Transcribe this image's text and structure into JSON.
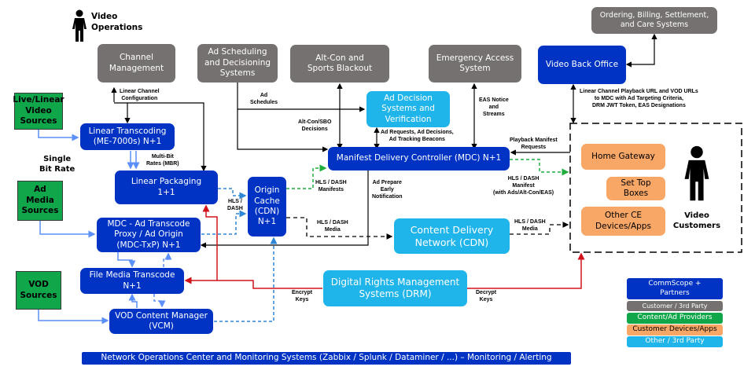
{
  "diagram": {
    "actors": {
      "video_operations": "Video\nOperations",
      "video_customers": "Video\nCustomers"
    },
    "sources": {
      "live_linear": "Live/Linear\nVideo\nSources",
      "ad_media": "Ad\nMedia\nSources",
      "vod": "VOD\nSources"
    },
    "nodes": {
      "channel_management": "Channel\nManagement",
      "ad_scheduling": "Ad Scheduling\nand Decisioning\nSystems",
      "alt_con": "Alt-Con and\nSports Blackout",
      "emergency_access": "Emergency Access\nSystem",
      "video_back_office": "Video Back Office",
      "ordering_billing": "Ordering, Billing, Settlement,\nand Care Systems",
      "ad_decision": "Ad Decision\nSystems and\nVerification",
      "linear_transcoding": "Linear Transcoding\n(ME-7000s) N+1",
      "linear_packaging": "Linear Packaging\n1+1",
      "origin_cache": "Origin\nCache\n(CDN)\nN+1",
      "mdc": "Manifest Delivery Controller (MDC) N+1",
      "mdc_txp": "MDC - Ad Transcode\nProxy / Ad Origin\n(MDC-TxP) N+1",
      "cdn": "Content Delivery\nNetwork (CDN)",
      "file_media_transcode": "File Media Transcode\nN+1",
      "vcm": "VOD Content Manager\n(VCM)",
      "drm": "Digital Rights Management\nSystems (DRM)",
      "home_gateway": "Home Gateway",
      "set_top_boxes": "Set Top\nBoxes",
      "other_ce": "Other CE\nDevices/Apps",
      "noc": "Network Operations Center and Monitoring Systems (Zabbix / Splunk / Dataminer / ...) – Monitoring / Alerting"
    },
    "labels": {
      "linear_channel_config": "Linear Channel\nConfiguration",
      "ad_schedules": "Ad\nSchedules",
      "altcon_sbo": "Alt-Con/SBO\nDecisions",
      "ad_requests": "Ad Requests, Ad Decisions,\nAd Tracking Beacons",
      "eas_notice": "EAS Notice\nand\nStreams",
      "vbo_urls": "Linear Channel Playback URL and VOD URLs\nto MDC with Ad Targeting Criteria,\nDRM JWT Token, EAS Designations",
      "single_bit_rate": "Single\nBit Rate",
      "multi_bit": "Multi-Bit\nRates (MBR)",
      "hls_dash": "HLS /\nDASH",
      "hls_dash_manifests": "HLS / DASH\nManifests",
      "ad_prepare": "Ad Prepare\nEarly\nNotification",
      "playback_manifest": "Playback Manifest\nRequests",
      "hls_dash_manifest_ads": "HLS / DASH\nManifest\n(with Ads/Alt-Con/EAS)",
      "hls_dash_media_1": "HLS / DASH\nMedia",
      "hls_dash_media_2": "HLS / DASH\nMedia",
      "encrypt_keys": "Encrypt\nKeys",
      "decrypt_keys": "Decrypt\nKeys"
    },
    "legend": [
      {
        "label": "CommScope +\nPartners",
        "color": "#0033c4",
        "text_color": "#ffffff"
      },
      {
        "label": "Customer / 3rd Party",
        "color": "#767171",
        "text_color": "#ffffff"
      },
      {
        "label": "Content/Ad Providers",
        "color": "#10a64a",
        "text_color": "#ffffff"
      },
      {
        "label": "Customer Devices/Apps",
        "color": "#f8a766",
        "text_color": "#000000"
      },
      {
        "label": "Other / 3rd Party",
        "color": "#1fb4ea",
        "text_color": "#ffffff"
      }
    ],
    "colors": {
      "commscope": "#0033c4",
      "third_party_gray": "#767171",
      "content_providers": "#10a64a",
      "customer_devices": "#f8a766",
      "other_third_party": "#1fb4ea",
      "drm_line": "#d0121b",
      "manifest_line": "#1fae3c",
      "media_line": "#2e86d6",
      "source_line": "#5b8ff9"
    }
  }
}
